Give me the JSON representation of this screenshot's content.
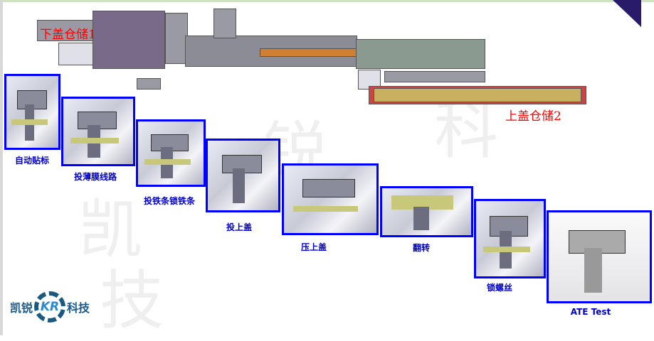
{
  "layout_labels": {
    "lower_cover_storage": "下盖仓储1",
    "upper_cover_storage": "上盖仓储2"
  },
  "stations": [
    {
      "label": "自动贴标"
    },
    {
      "label": "投薄膜线路"
    },
    {
      "label": "投铁条锁铁条"
    },
    {
      "label": "投上盖"
    },
    {
      "label": "压上盖"
    },
    {
      "label": "翻转"
    },
    {
      "label": "锁螺丝"
    },
    {
      "label": "ATE Test"
    }
  ],
  "logo": {
    "left": "凯锐",
    "mark": "KR",
    "right": "科技"
  },
  "watermark": [
    "凯",
    "锐",
    "科",
    "技"
  ],
  "colors": {
    "frame": "#0000ff",
    "station_label": "#0000cc",
    "storage_label": "#ff0000"
  }
}
